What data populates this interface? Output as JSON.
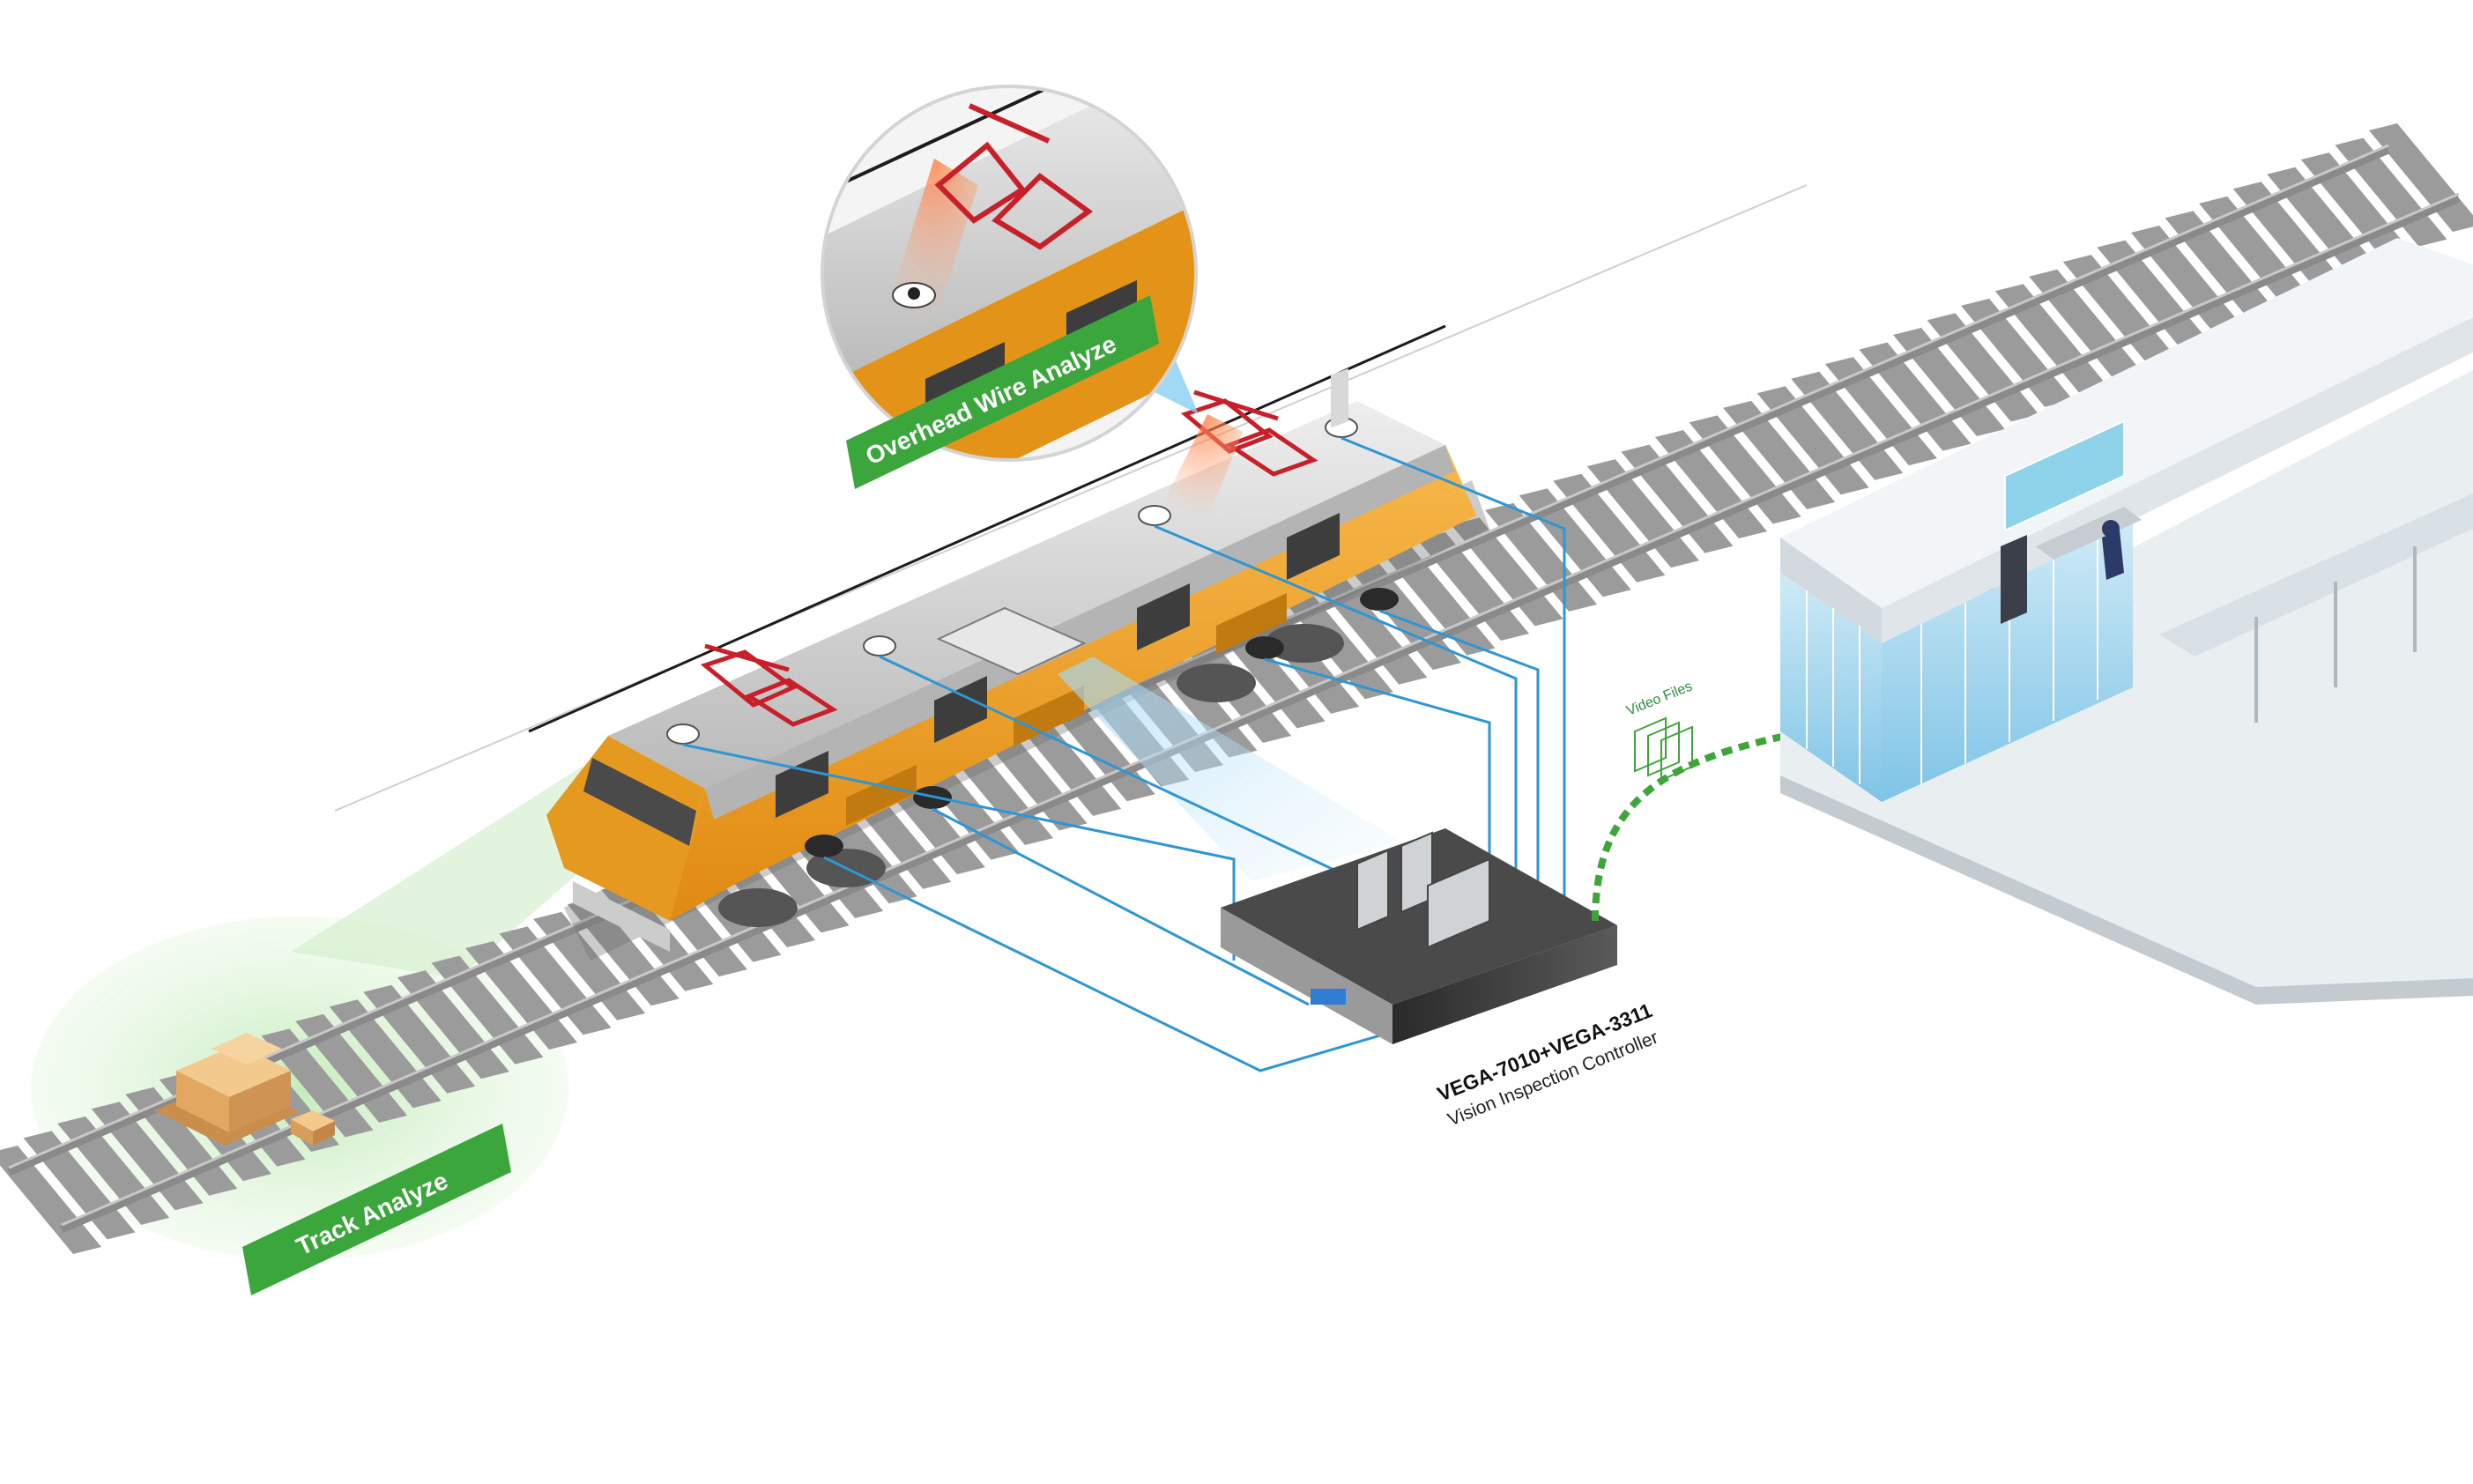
{
  "labels": {
    "overhead": "Overhead Wire Analyze",
    "track": "Track Analyze",
    "video_files": "Video Files"
  },
  "controller": {
    "model": "VEGA-7010+VEGA-3311",
    "description": "Vision Inspection Controller"
  },
  "colors": {
    "label_green": "#3aa63c",
    "cable_blue": "#2f95d3",
    "data_link_green": "#3fa43a",
    "train_orange": "#f0a21f",
    "pantograph_red": "#c8202a"
  }
}
